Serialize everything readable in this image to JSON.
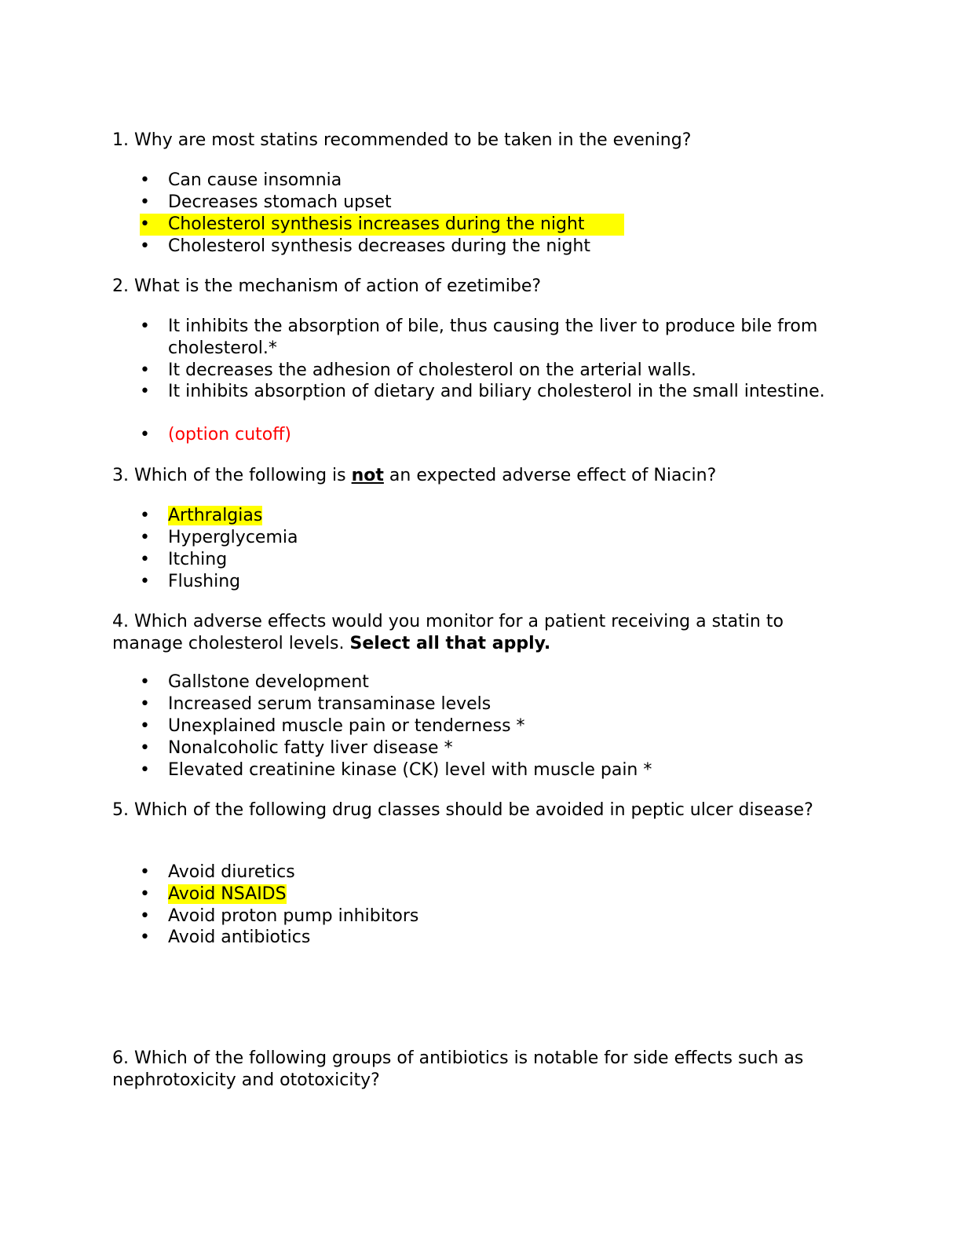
{
  "questions": [
    {
      "number": "1.",
      "text": "Why are most statins recommended to be taken in the evening?",
      "options": [
        "Can cause insomnia",
        "Decreases stomach upset",
        "Cholesterol synthesis increases during the night",
        "Cholesterol synthesis decreases during the night"
      ],
      "highlighted_option": 2
    },
    {
      "number": "2.",
      "text": "What is the mechanism of action of ezetimibe?",
      "options": [
        "It inhibits the absorption of bile, thus causing the liver to produce bile from cholesterol.*",
        "It decreases the adhesion of cholesterol on the arterial walls.",
        "It inhibits absorption of dietary and biliary cholesterol in the small intestine.",
        "(option cutoff)"
      ]
    },
    {
      "number": "3.",
      "text_before": "Which of the following is",
      "emphasis": "not",
      "text_after": "an expected adverse effect of Niacin?",
      "options": [
        "Arthralgias",
        "Hyperglycemia",
        "Itching",
        "Flushing"
      ],
      "highlighted_option": 0
    },
    {
      "number": "4.",
      "text": "Which adverse effects would you monitor for a patient receiving a statin to manage cholesterol levels.",
      "emphasis": "Select all that apply.",
      "options": [
        "Gallstone development",
        "Increased serum transaminase levels",
        "Unexplained muscle pain or tenderness *",
        "Nonalcoholic fatty liver disease *",
        "Elevated creatinine kinase (CK) level with muscle pain *"
      ]
    },
    {
      "number": "5.",
      "text": "Which of the following drug classes should be avoided in peptic ulcer disease?",
      "options": [
        "Avoid diuretics",
        "Avoid NSAIDS",
        "Avoid proton pump inhibitors",
        "Avoid antibiotics"
      ],
      "highlighted_option": 1
    },
    {
      "number": "6.",
      "text": "Which of the following groups of antibiotics is notable for side effects such as nephrotoxicity and ototoxicity?"
    }
  ],
  "bullet": "•",
  "colors": {
    "highlight": "#ffff00",
    "cutoff": "#ff0000"
  }
}
